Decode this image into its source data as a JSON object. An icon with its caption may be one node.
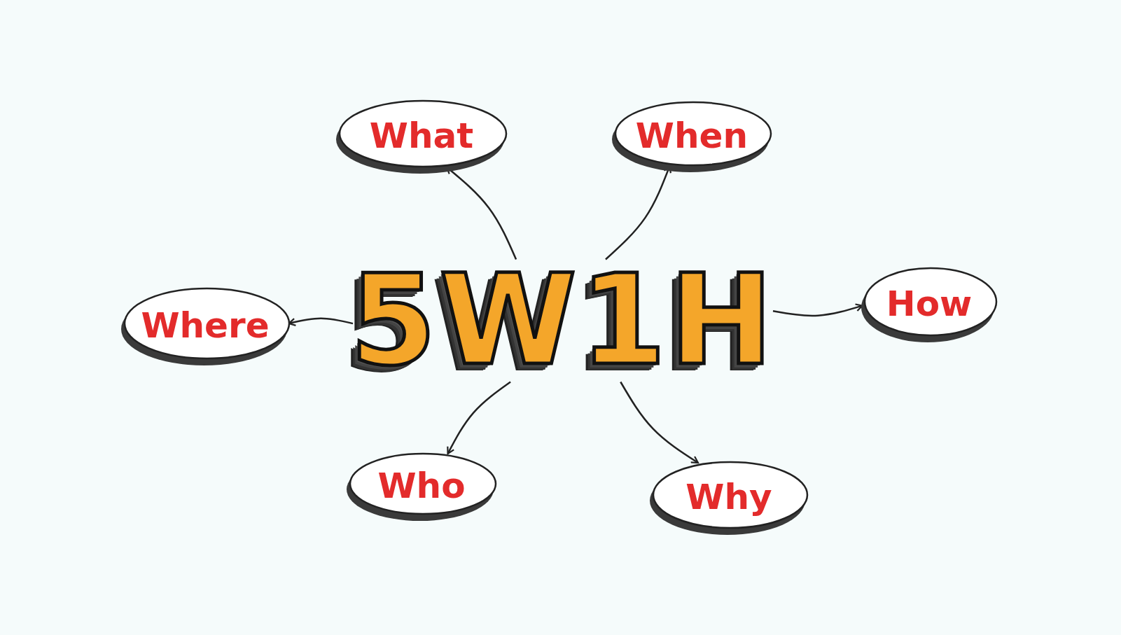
{
  "diagram": {
    "nodes": [
      {
        "text": [
          "5W1H"
        ]
      },
      {
        "text": [
          "What"
        ]
      },
      {
        "text": [
          "When"
        ]
      },
      {
        "text": [
          "Where"
        ]
      },
      {
        "text": [
          "How"
        ]
      },
      {
        "text": [
          "Who"
        ]
      },
      {
        "text": [
          "Why"
        ]
      }
    ],
    "edges": [
      {
        "from": 0,
        "to": 1,
        "arrow": "to"
      },
      {
        "from": 0,
        "to": 2,
        "arrow": "to"
      },
      {
        "from": 0,
        "to": 3,
        "arrow": "to"
      },
      {
        "from": 0,
        "to": 4,
        "arrow": "to"
      },
      {
        "from": 0,
        "to": 5,
        "arrow": "to"
      },
      {
        "from": 0,
        "to": 6,
        "arrow": "to"
      }
    ]
  }
}
